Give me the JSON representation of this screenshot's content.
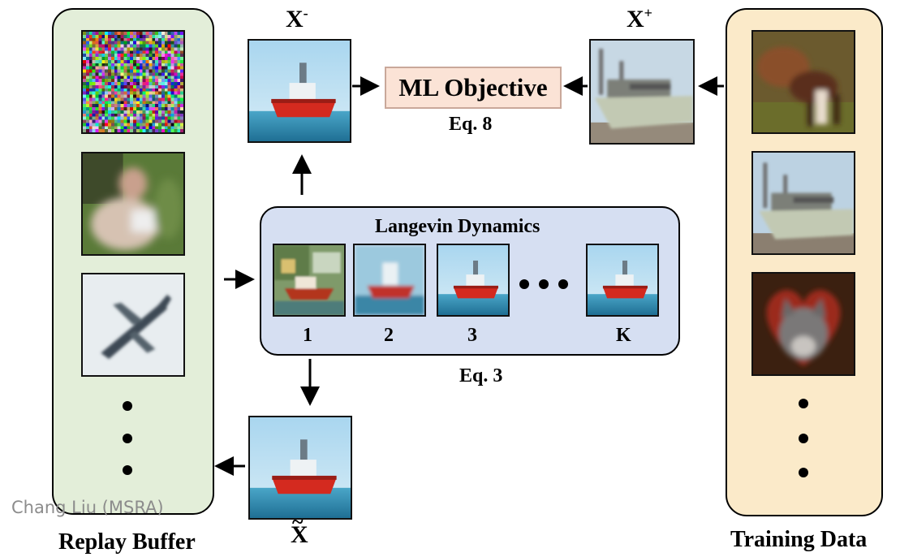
{
  "diagram": {
    "replay_buffer_label": "Replay Buffer",
    "training_data_label": "Training Data",
    "langevin_title": "Langevin Dynamics",
    "langevin_steps": [
      "1",
      "2",
      "3",
      "K"
    ],
    "x_minus_label": "X",
    "x_minus_sup": "-",
    "x_plus_label": "X",
    "x_plus_sup": "+",
    "x_tilde_label": "X",
    "ml_objective_label": "ML Objective",
    "eq8_label": "Eq. 8",
    "eq3_label": "Eq. 3",
    "credit": "Chang Liu (MSRA)"
  },
  "images": {
    "replay_buffer": [
      "random-noise-image",
      "blurry-animal-image",
      "airplane-image"
    ],
    "training_data": [
      "deer-image",
      "ship-image",
      "cat-image"
    ],
    "samples": "red-ship-image"
  },
  "colors": {
    "replay_panel": "#e3eed9",
    "training_panel": "#fbeac9",
    "langevin_panel": "#d6dff2",
    "ml_box": "#fbe3d6",
    "ship_hull": "#d42a1f"
  }
}
